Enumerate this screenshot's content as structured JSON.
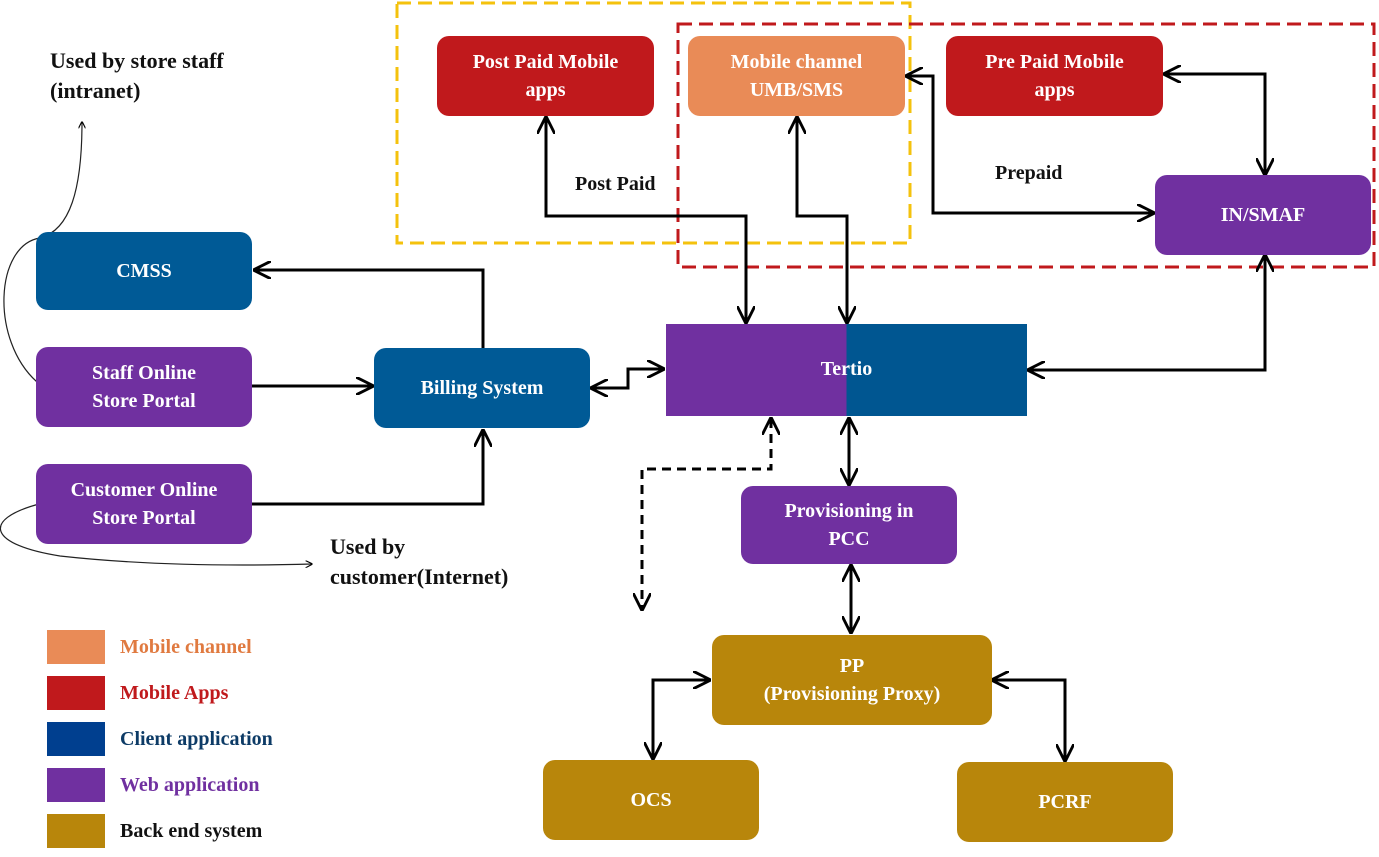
{
  "colors": {
    "mobile_channel": "#e98b57",
    "mobile_apps": "#c0191c",
    "client_application": "#003f8f",
    "web_application": "#7030a0",
    "back_end_system": "#b8860b",
    "postpaid_group_border": "#f4c20d",
    "prepaid_group_border": "#c0191c"
  },
  "nodes": {
    "post_paid_apps": "Post Paid  Mobile\napps",
    "mobile_channel": "Mobile channel\nUMB/SMS",
    "pre_paid_apps": "Pre Paid  Mobile\napps",
    "in_smaf": "IN/SMAF",
    "cmss": "CMSS",
    "staff_portal": "Staff  Online\nStore  Portal",
    "customer_portal": "Customer Online\nStore Portal",
    "billing_system": "Billing System",
    "tertio": "Tertio",
    "provisioning_pcc": "Provisioning in\nPCC",
    "pp": "PP\n(Provisioning Proxy)",
    "ocs": "OCS",
    "pcrf": "PCRF"
  },
  "notes": {
    "store_staff": "Used by store staff\n(intranet)",
    "customer": "Used by\ncustomer(Internet)"
  },
  "edge_labels": {
    "post_paid": "Post Paid",
    "prepaid": "Prepaid"
  },
  "legend": [
    {
      "label": "Mobile channel",
      "swatch": "#e98b57",
      "text_color": "#e07a40"
    },
    {
      "label": "Mobile Apps",
      "swatch": "#c0191c",
      "text_color": "#c0191c"
    },
    {
      "label": "Client application",
      "swatch": "#003f8f",
      "text_color": "#0d3b66"
    },
    {
      "label": "Web application",
      "swatch": "#7030a0",
      "text_color": "#7030a0"
    },
    {
      "label": "Back end system",
      "swatch": "#b8860b",
      "text_color": "#111111"
    }
  ]
}
